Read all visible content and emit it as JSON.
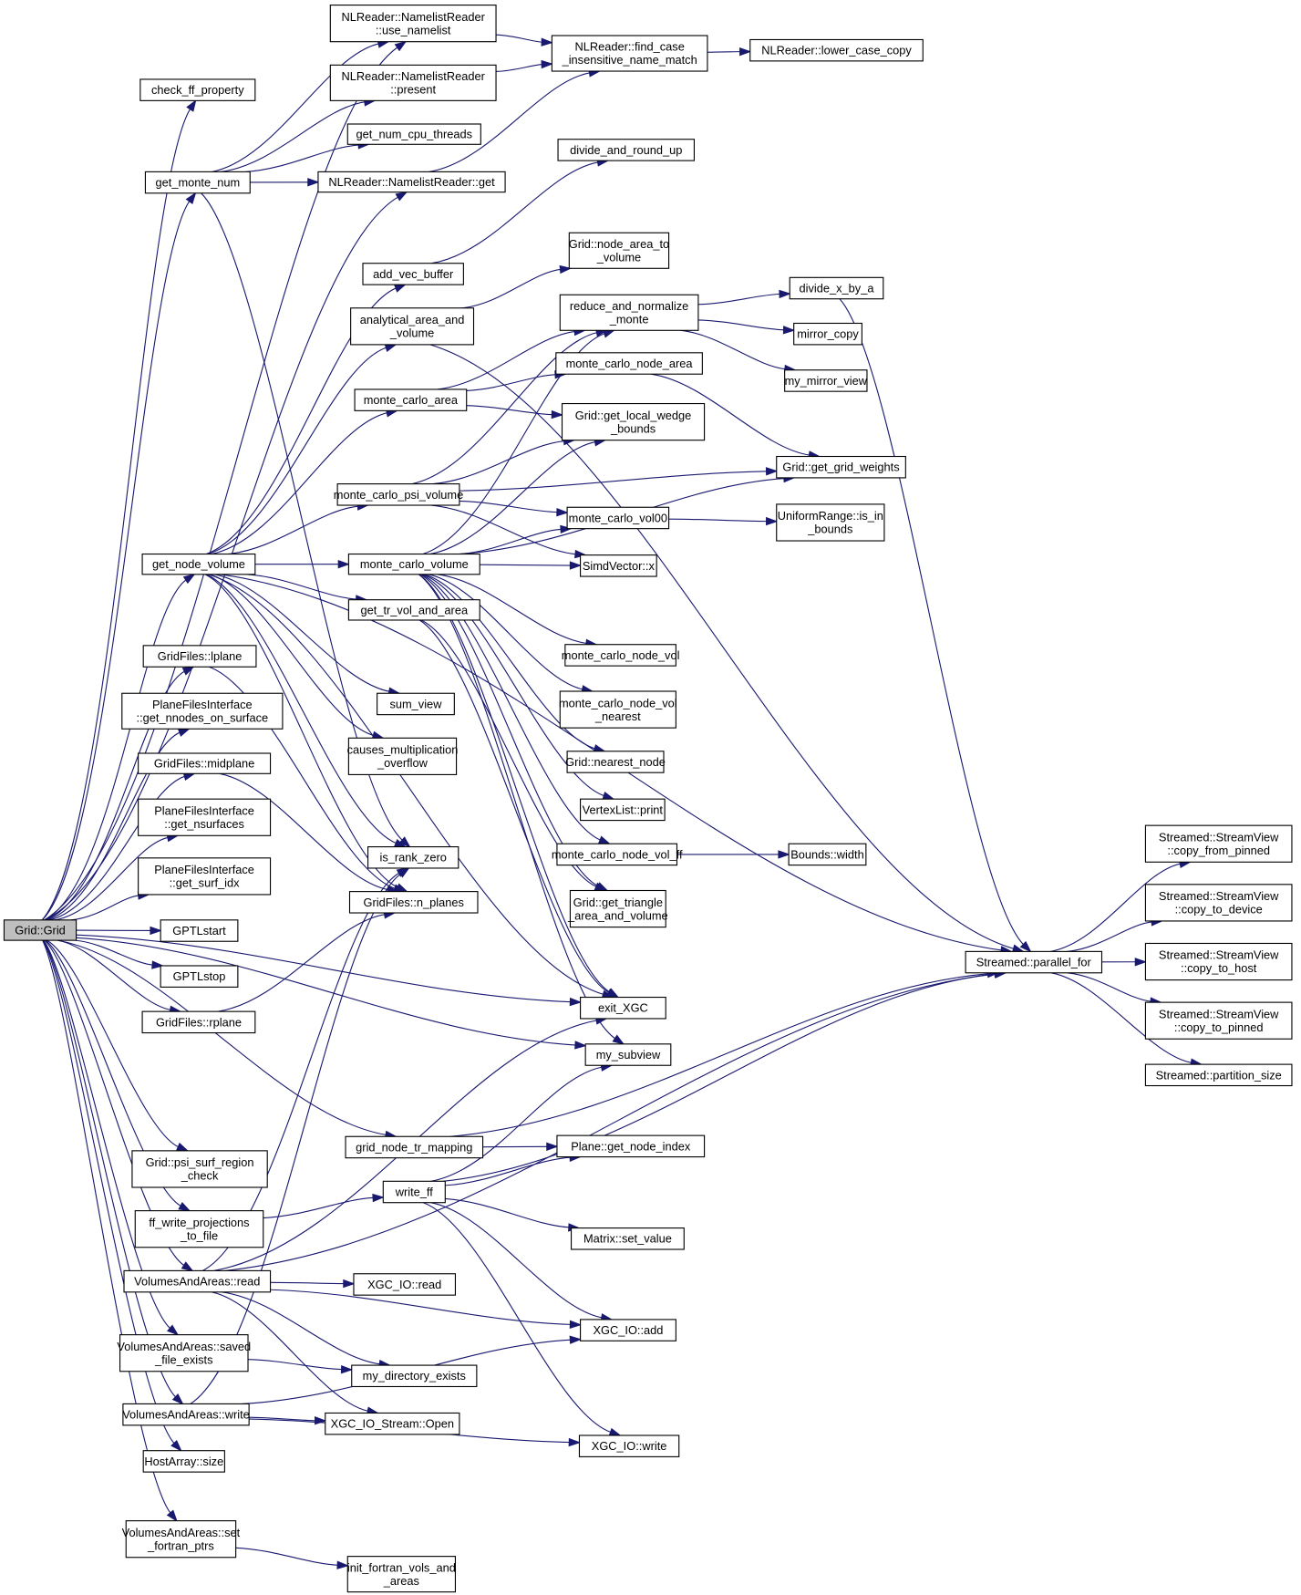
{
  "title": "Grid::Grid call graph",
  "colors": {
    "edge": "#191970",
    "root_fill": "#bfbfbf",
    "node_fill": "#ffffff",
    "border": "#000000"
  },
  "nodes": [
    {
      "id": "grid",
      "lines": [
        "Grid::Grid"
      ],
      "root": true
    },
    {
      "id": "check_ff",
      "lines": [
        "check_ff_property"
      ]
    },
    {
      "id": "get_monte_num",
      "lines": [
        "get_monte_num"
      ]
    },
    {
      "id": "nl_use",
      "lines": [
        "NLReader::NamelistReader",
        "::use_namelist"
      ]
    },
    {
      "id": "nl_present",
      "lines": [
        "NLReader::NamelistReader",
        "::present"
      ]
    },
    {
      "id": "cpu_threads",
      "lines": [
        "get_num_cpu_threads"
      ]
    },
    {
      "id": "nl_get",
      "lines": [
        "NLReader::NamelistReader::get"
      ]
    },
    {
      "id": "nl_find",
      "lines": [
        "NLReader::find_case",
        "_insensitive_name_match"
      ]
    },
    {
      "id": "nl_lower",
      "lines": [
        "NLReader::lower_case_copy"
      ]
    },
    {
      "id": "divide_round",
      "lines": [
        "divide_and_round_up"
      ]
    },
    {
      "id": "add_vec",
      "lines": [
        "add_vec_buffer"
      ]
    },
    {
      "id": "node_area_vol",
      "lines": [
        "Grid::node_area_to",
        "_volume"
      ]
    },
    {
      "id": "analytical",
      "lines": [
        "analytical_area_and",
        "_volume"
      ]
    },
    {
      "id": "reduce_norm",
      "lines": [
        "reduce_and_normalize",
        "_monte"
      ]
    },
    {
      "id": "divide_x",
      "lines": [
        "divide_x_by_a"
      ]
    },
    {
      "id": "mirror_copy",
      "lines": [
        "mirror_copy"
      ]
    },
    {
      "id": "my_mirror",
      "lines": [
        "my_mirror_view"
      ]
    },
    {
      "id": "mc_node_area",
      "lines": [
        "monte_carlo_node_area"
      ]
    },
    {
      "id": "mc_area",
      "lines": [
        "monte_carlo_area"
      ]
    },
    {
      "id": "local_wedge",
      "lines": [
        "Grid::get_local_wedge",
        "_bounds"
      ]
    },
    {
      "id": "grid_weights",
      "lines": [
        "Grid::get_grid_weights"
      ]
    },
    {
      "id": "mc_psi",
      "lines": [
        "monte_carlo_psi_volume"
      ]
    },
    {
      "id": "mc_vol00",
      "lines": [
        "monte_carlo_vol00"
      ]
    },
    {
      "id": "uniform",
      "lines": [
        "UniformRange::is_in",
        "_bounds"
      ]
    },
    {
      "id": "get_node_volume",
      "lines": [
        "get_node_volume"
      ]
    },
    {
      "id": "mc_volume",
      "lines": [
        "monte_carlo_volume"
      ]
    },
    {
      "id": "simd_x",
      "lines": [
        "SimdVector::x"
      ]
    },
    {
      "id": "tr_vol",
      "lines": [
        "get_tr_vol_and_area"
      ]
    },
    {
      "id": "mc_node_vol",
      "lines": [
        "monte_carlo_node_vol"
      ]
    },
    {
      "id": "mc_node_vol_nearest",
      "lines": [
        "monte_carlo_node_vol",
        "_nearest"
      ]
    },
    {
      "id": "nearest_node",
      "lines": [
        "Grid::nearest_node"
      ]
    },
    {
      "id": "vertex_print",
      "lines": [
        "VertexList::print"
      ]
    },
    {
      "id": "mc_node_vol_ff",
      "lines": [
        "monte_carlo_node_vol_ff"
      ]
    },
    {
      "id": "bounds_width",
      "lines": [
        "Bounds::width"
      ]
    },
    {
      "id": "triangle",
      "lines": [
        "Grid::get_triangle",
        "_area_and_volume"
      ]
    },
    {
      "id": "lplane",
      "lines": [
        "GridFiles::lplane"
      ]
    },
    {
      "id": "pfi_nnodes",
      "lines": [
        "PlaneFilesInterface",
        "::get_nnodes_on_surface"
      ]
    },
    {
      "id": "sum_view",
      "lines": [
        "sum_view"
      ]
    },
    {
      "id": "causes",
      "lines": [
        "causes_multiplication",
        "_overflow"
      ]
    },
    {
      "id": "midplane",
      "lines": [
        "GridFiles::midplane"
      ]
    },
    {
      "id": "pfi_nsurf",
      "lines": [
        "PlaneFilesInterface",
        "::get_nsurfaces"
      ]
    },
    {
      "id": "pfi_idx",
      "lines": [
        "PlaneFilesInterface",
        "::get_surf_idx"
      ]
    },
    {
      "id": "is_rank_zero",
      "lines": [
        "is_rank_zero"
      ]
    },
    {
      "id": "n_planes",
      "lines": [
        "GridFiles::n_planes"
      ]
    },
    {
      "id": "gptl_start",
      "lines": [
        "GPTLstart"
      ]
    },
    {
      "id": "gptl_stop",
      "lines": [
        "GPTLstop"
      ]
    },
    {
      "id": "rplane",
      "lines": [
        "GridFiles::rplane"
      ]
    },
    {
      "id": "parallel_for",
      "lines": [
        "Streamed::parallel_for"
      ]
    },
    {
      "id": "copy_from",
      "lines": [
        "Streamed::StreamView",
        "::copy_from_pinned"
      ]
    },
    {
      "id": "copy_dev",
      "lines": [
        "Streamed::StreamView",
        "::copy_to_device"
      ]
    },
    {
      "id": "copy_host",
      "lines": [
        "Streamed::StreamView",
        "::copy_to_host"
      ]
    },
    {
      "id": "copy_pinned",
      "lines": [
        "Streamed::StreamView",
        "::copy_to_pinned"
      ]
    },
    {
      "id": "partition",
      "lines": [
        "Streamed::partition_size"
      ]
    },
    {
      "id": "exit_xgc",
      "lines": [
        "exit_XGC"
      ]
    },
    {
      "id": "my_subview",
      "lines": [
        "my_subview"
      ]
    },
    {
      "id": "grid_node_tr",
      "lines": [
        "grid_node_tr_mapping"
      ]
    },
    {
      "id": "plane_idx",
      "lines": [
        "Plane::get_node_index"
      ]
    },
    {
      "id": "psi_surf",
      "lines": [
        "Grid::psi_surf_region",
        "_check"
      ]
    },
    {
      "id": "write_ff",
      "lines": [
        "write_ff"
      ]
    },
    {
      "id": "ff_write",
      "lines": [
        "ff_write_projections",
        "_to_file"
      ]
    },
    {
      "id": "matrix_set",
      "lines": [
        "Matrix::set_value"
      ]
    },
    {
      "id": "va_read",
      "lines": [
        "VolumesAndAreas::read"
      ]
    },
    {
      "id": "xgc_read",
      "lines": [
        "XGC_IO::read"
      ]
    },
    {
      "id": "xgc_add",
      "lines": [
        "XGC_IO::add"
      ]
    },
    {
      "id": "va_saved",
      "lines": [
        "VolumesAndAreas::saved",
        "_file_exists"
      ]
    },
    {
      "id": "dir_exists",
      "lines": [
        "my_directory_exists"
      ]
    },
    {
      "id": "va_write",
      "lines": [
        "VolumesAndAreas::write"
      ]
    },
    {
      "id": "xgc_open",
      "lines": [
        "XGC_IO_Stream::Open"
      ]
    },
    {
      "id": "xgc_write",
      "lines": [
        "XGC_IO::write"
      ]
    },
    {
      "id": "host_size",
      "lines": [
        "HostArray::size"
      ]
    },
    {
      "id": "va_set",
      "lines": [
        "VolumesAndAreas::set",
        "_fortran_ptrs"
      ]
    },
    {
      "id": "init_fortran",
      "lines": [
        "init_fortran_vols_and",
        "_areas"
      ]
    }
  ],
  "edges": [
    [
      "grid",
      "check_ff"
    ],
    [
      "grid",
      "get_monte_num"
    ],
    [
      "grid",
      "nl_use"
    ],
    [
      "grid",
      "nl_get"
    ],
    [
      "grid",
      "get_node_volume"
    ],
    [
      "grid",
      "lplane"
    ],
    [
      "grid",
      "pfi_nnodes"
    ],
    [
      "grid",
      "midplane"
    ],
    [
      "grid",
      "pfi_nsurf"
    ],
    [
      "grid",
      "pfi_idx"
    ],
    [
      "grid",
      "gptl_start"
    ],
    [
      "grid",
      "gptl_stop"
    ],
    [
      "grid",
      "rplane"
    ],
    [
      "grid",
      "my_subview"
    ],
    [
      "grid",
      "grid_node_tr"
    ],
    [
      "grid",
      "psi_surf"
    ],
    [
      "grid",
      "ff_write"
    ],
    [
      "grid",
      "va_read"
    ],
    [
      "grid",
      "va_saved"
    ],
    [
      "grid",
      "va_write"
    ],
    [
      "grid",
      "host_size"
    ],
    [
      "grid",
      "va_set"
    ],
    [
      "grid",
      "exit_xgc"
    ],
    [
      "get_monte_num",
      "nl_use"
    ],
    [
      "get_monte_num",
      "nl_present"
    ],
    [
      "get_monte_num",
      "cpu_threads"
    ],
    [
      "get_monte_num",
      "nl_get"
    ],
    [
      "get_monte_num",
      "is_rank_zero"
    ],
    [
      "nl_use",
      "nl_find"
    ],
    [
      "nl_present",
      "nl_find"
    ],
    [
      "nl_get",
      "nl_find"
    ],
    [
      "nl_find",
      "nl_lower"
    ],
    [
      "get_node_volume",
      "add_vec"
    ],
    [
      "get_node_volume",
      "analytical"
    ],
    [
      "get_node_volume",
      "mc_area"
    ],
    [
      "get_node_volume",
      "mc_psi"
    ],
    [
      "get_node_volume",
      "mc_volume"
    ],
    [
      "get_node_volume",
      "tr_vol"
    ],
    [
      "get_node_volume",
      "sum_view"
    ],
    [
      "get_node_volume",
      "causes"
    ],
    [
      "get_node_volume",
      "is_rank_zero"
    ],
    [
      "get_node_volume",
      "n_planes"
    ],
    [
      "get_node_volume",
      "parallel_for"
    ],
    [
      "get_node_volume",
      "exit_xgc"
    ],
    [
      "add_vec",
      "divide_round"
    ],
    [
      "analytical",
      "node_area_vol"
    ],
    [
      "analytical",
      "parallel_for"
    ],
    [
      "reduce_norm",
      "divide_x"
    ],
    [
      "reduce_norm",
      "mirror_copy"
    ],
    [
      "reduce_norm",
      "my_mirror"
    ],
    [
      "mc_area",
      "reduce_norm"
    ],
    [
      "mc_area",
      "mc_node_area"
    ],
    [
      "mc_area",
      "local_wedge"
    ],
    [
      "mc_node_area",
      "grid_weights"
    ],
    [
      "mc_psi",
      "reduce_norm"
    ],
    [
      "mc_psi",
      "local_wedge"
    ],
    [
      "mc_psi",
      "grid_weights"
    ],
    [
      "mc_psi",
      "mc_vol00"
    ],
    [
      "mc_psi",
      "simd_x"
    ],
    [
      "mc_vol00",
      "uniform"
    ],
    [
      "mc_volume",
      "reduce_norm"
    ],
    [
      "mc_volume",
      "local_wedge"
    ],
    [
      "mc_volume",
      "mc_vol00"
    ],
    [
      "mc_volume",
      "simd_x"
    ],
    [
      "mc_volume",
      "grid_weights"
    ],
    [
      "mc_volume",
      "mc_node_vol"
    ],
    [
      "mc_volume",
      "mc_node_vol_nearest"
    ],
    [
      "mc_volume",
      "nearest_node"
    ],
    [
      "mc_volume",
      "vertex_print"
    ],
    [
      "mc_volume",
      "mc_node_vol_ff"
    ],
    [
      "mc_volume",
      "triangle"
    ],
    [
      "mc_volume",
      "exit_xgc"
    ],
    [
      "mc_volume",
      "my_subview"
    ],
    [
      "tr_vol",
      "triangle"
    ],
    [
      "tr_vol",
      "exit_xgc"
    ],
    [
      "mc_node_vol_ff",
      "bounds_width"
    ],
    [
      "lplane",
      "n_planes"
    ],
    [
      "midplane",
      "n_planes"
    ],
    [
      "rplane",
      "n_planes"
    ],
    [
      "divide_x",
      "parallel_for"
    ],
    [
      "parallel_for",
      "copy_from"
    ],
    [
      "parallel_for",
      "copy_dev"
    ],
    [
      "parallel_for",
      "copy_host"
    ],
    [
      "parallel_for",
      "copy_pinned"
    ],
    [
      "parallel_for",
      "partition"
    ],
    [
      "grid_node_tr",
      "plane_idx"
    ],
    [
      "grid_node_tr",
      "parallel_for"
    ],
    [
      "ff_write",
      "write_ff"
    ],
    [
      "write_ff",
      "my_subview"
    ],
    [
      "write_ff",
      "plane_idx"
    ],
    [
      "write_ff",
      "parallel_for"
    ],
    [
      "write_ff",
      "matrix_set"
    ],
    [
      "write_ff",
      "xgc_add"
    ],
    [
      "write_ff",
      "xgc_write"
    ],
    [
      "va_read",
      "is_rank_zero"
    ],
    [
      "va_read",
      "exit_xgc"
    ],
    [
      "va_read",
      "xgc_read"
    ],
    [
      "va_read",
      "xgc_add"
    ],
    [
      "va_read",
      "dir_exists"
    ],
    [
      "va_read",
      "xgc_open"
    ],
    [
      "va_read",
      "parallel_for"
    ],
    [
      "va_saved",
      "dir_exists"
    ],
    [
      "va_write",
      "is_rank_zero"
    ],
    [
      "va_write",
      "xgc_open"
    ],
    [
      "va_write",
      "xgc_add"
    ],
    [
      "va_write",
      "xgc_write"
    ],
    [
      "va_set",
      "init_fortran"
    ]
  ]
}
